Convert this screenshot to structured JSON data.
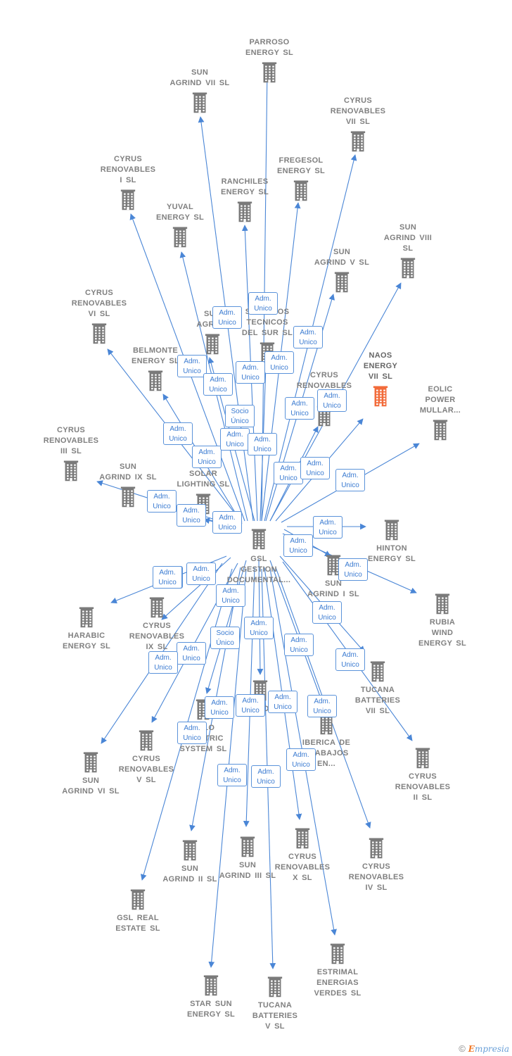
{
  "center": {
    "name": "GSL\nGESTION\nDOCUMENTAL..."
  },
  "highlight_color": "#f26b3a",
  "building_color": "#7a7a7a",
  "edge_color": "#4a86d6",
  "nodes": [
    {
      "id": "parroso",
      "name": "PARROSO\nENERGY  SL"
    },
    {
      "id": "sun7",
      "name": "SUN\nAGRIND VII  SL"
    },
    {
      "id": "cyrus7",
      "name": "CYRUS\nRENOVABLES\nVII  SL"
    },
    {
      "id": "cyrus1",
      "name": "CYRUS\nRENOVABLES\nI  SL"
    },
    {
      "id": "fregesol",
      "name": "FREGESOL\nENERGY  SL"
    },
    {
      "id": "ranchiles",
      "name": "RANCHILES\nENERGY  SL"
    },
    {
      "id": "yuval",
      "name": "YUVAL\nENERGY  SL"
    },
    {
      "id": "sun8",
      "name": "SUN\nAGRIND VIII\nSL"
    },
    {
      "id": "sun5",
      "name": "SUN\nAGRIND V  SL"
    },
    {
      "id": "cyrus6",
      "name": "CYRUS\nRENOVABLES\nVI  SL"
    },
    {
      "id": "sunx",
      "name": "SUN\nAGRIND"
    },
    {
      "id": "servicios",
      "name": "SERVICIOS\nTECNICOS\nDEL SUR SL"
    },
    {
      "id": "naos",
      "name": "NAOS\nENERGY\nVII  SL",
      "highlight": true
    },
    {
      "id": "belmonte",
      "name": "BELMONTE\nENERGY  SL"
    },
    {
      "id": "cyrus8",
      "name": "CYRUS\nRENOVABLES\nVIII"
    },
    {
      "id": "eolic",
      "name": "EOLIC\nPOWER\nMULLAR..."
    },
    {
      "id": "cyrus3",
      "name": "CYRUS\nRENOVABLES\nIII  SL"
    },
    {
      "id": "sun9",
      "name": "SUN\nAGRIND IX  SL"
    },
    {
      "id": "solar",
      "name": "SOLAR\nLIGHTING SL"
    },
    {
      "id": "hinton",
      "name": "HINTON\nENERGY  SL"
    },
    {
      "id": "sun1",
      "name": "SUN\nAGRIND I  SL"
    },
    {
      "id": "rubia",
      "name": "RUBIA\nWIND\nENERGY  SL"
    },
    {
      "id": "harabic",
      "name": "HARABIC\nENERGY  SL"
    },
    {
      "id": "cyrus9",
      "name": "CYRUS\nRENOVABLES\nIX  SL"
    },
    {
      "id": "tucana7",
      "name": "TUCANA\nBATTERIES\nVII  SL"
    },
    {
      "id": "sun4",
      "name": "AGRIND  SL"
    },
    {
      "id": "halo",
      "name": "HALO\nELECTRIC\nSYSTEM  SL"
    },
    {
      "id": "iberica",
      "name": "IBERICA DE\nTRABAJOS\nEN..."
    },
    {
      "id": "cyrus5",
      "name": "CYRUS\nRENOVABLES\nV  SL"
    },
    {
      "id": "sun6",
      "name": "SUN\nAGRIND VI  SL"
    },
    {
      "id": "cyrus2",
      "name": "CYRUS\nRENOVABLES\nII  SL"
    },
    {
      "id": "sun2",
      "name": "SUN\nAGRIND II  SL"
    },
    {
      "id": "sun3",
      "name": "SUN\nAGRIND III  SL"
    },
    {
      "id": "cyrus10",
      "name": "CYRUS\nRENOVABLES\nX  SL"
    },
    {
      "id": "cyrus4",
      "name": "CYRUS\nRENOVABLES\nIV  SL"
    },
    {
      "id": "gslre",
      "name": "GSL REAL\nESTATE  SL"
    },
    {
      "id": "estrimal",
      "name": "ESTRIMAL\nENERGIAS\nVERDES  SL"
    },
    {
      "id": "starsun",
      "name": "STAR SUN\nENERGY  SL"
    },
    {
      "id": "tucana5",
      "name": "TUCANA\nBATTERIES\nV  SL"
    }
  ],
  "relations": [
    "Adm.\nUnico",
    "Adm.\nUnico",
    "Adm.\nUnico",
    "Adm.\nUnico",
    "Adm.\nUnico",
    "Adm.\nUnico",
    "Adm.\nUnico",
    "Adm.\nUnico",
    "Adm.\nUnico",
    "Adm.\nUnico",
    "Socio\nÚnico",
    "Adm.\nUnico",
    "Adm.\nUnico",
    "Adm.\nUnico",
    "Adm.\nUnico",
    "Adm.\nUnico",
    "Adm.\nUnico",
    "Adm.\nUnico",
    "Adm.\nUnico",
    "Adm.\nUnico",
    "Adm.\nUnico",
    "Adm.\nUnico",
    "Adm.\nUnico",
    "Adm.\nUnico",
    "Adm.\nUnico",
    "Adm.\nUnico",
    "Adm.\nUnico",
    "Socio\nÚnico",
    "Adm.\nUnico",
    "Adm.\nUnico",
    "Adm.\nUnico",
    "Adm.\nUnico",
    "Adm.\nUnico",
    "Adm.\nUnico",
    "Adm.\nUnico",
    "Adm.\nUnico",
    "Adm.\nUnico",
    "Adm.\nUnico",
    "Adm.\nUnico",
    "Adm.\nUnico",
    "Adm.\nUnico",
    "Adm.\nUnico",
    "Adm.\nUnico"
  ],
  "footer": {
    "copyright": "©",
    "brand_initial": "E",
    "brand_rest": "mpresia"
  }
}
